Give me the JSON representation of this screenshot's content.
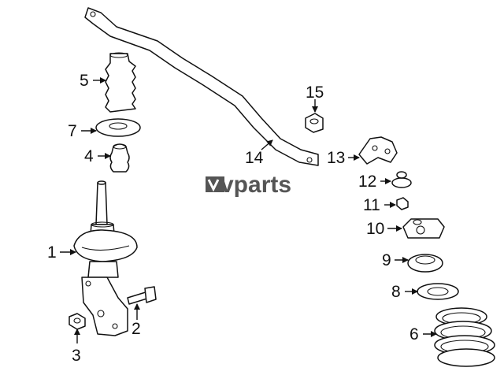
{
  "watermark": {
    "brand": "vparts"
  },
  "callouts": [
    {
      "id": "p1",
      "label": "1"
    },
    {
      "id": "p2",
      "label": "2"
    },
    {
      "id": "p3",
      "label": "3"
    },
    {
      "id": "p4",
      "label": "4"
    },
    {
      "id": "p5",
      "label": "5"
    },
    {
      "id": "p6",
      "label": "6"
    },
    {
      "id": "p7",
      "label": "7"
    },
    {
      "id": "p8",
      "label": "8"
    },
    {
      "id": "p9",
      "label": "9"
    },
    {
      "id": "p10",
      "label": "10"
    },
    {
      "id": "p11",
      "label": "11"
    },
    {
      "id": "p12",
      "label": "12"
    },
    {
      "id": "p13",
      "label": "13"
    },
    {
      "id": "p14",
      "label": "14"
    },
    {
      "id": "p15",
      "label": "15"
    }
  ],
  "arrow_color": "#111111",
  "watermark_color": "#555555"
}
